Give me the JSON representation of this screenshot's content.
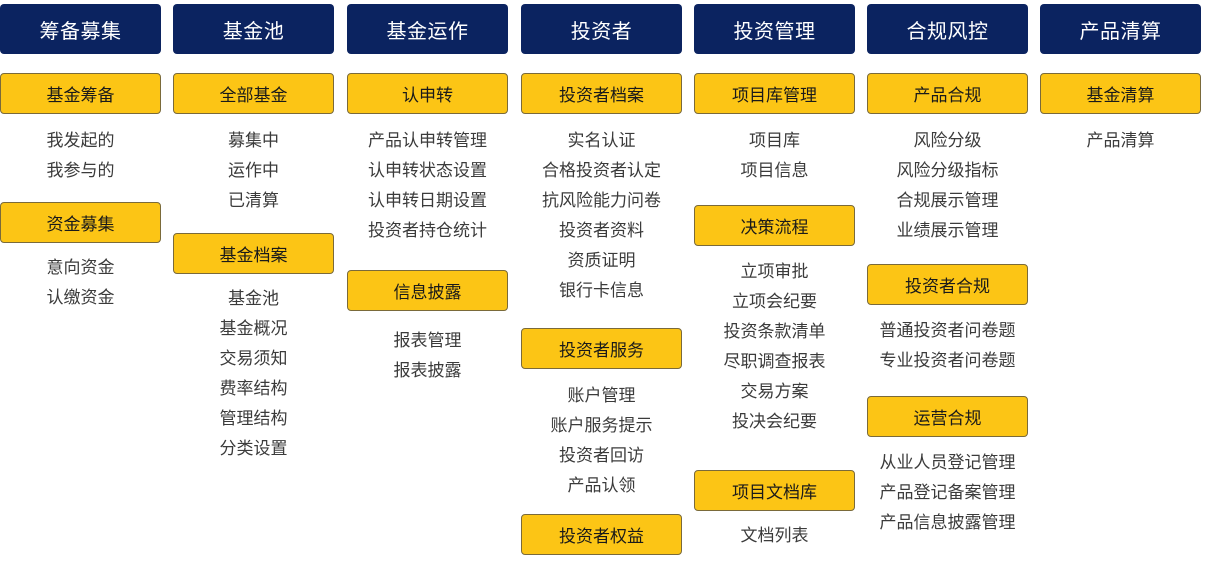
{
  "columns": [
    {
      "header": "筹备募集",
      "sections": [
        {
          "title": "基金筹备",
          "items": [
            "我发起的",
            "我参与的"
          ]
        },
        {
          "title": "资金募集",
          "items": [
            "意向资金",
            "认缴资金"
          ]
        }
      ]
    },
    {
      "header": "基金池",
      "sections": [
        {
          "title": "全部基金",
          "items": [
            "募集中",
            "运作中",
            "已清算"
          ]
        },
        {
          "title": "基金档案",
          "items": [
            "基金池",
            "基金概况",
            "交易须知",
            "费率结构",
            "管理结构",
            "分类设置"
          ]
        }
      ]
    },
    {
      "header": "基金运作",
      "sections": [
        {
          "title": "认申转",
          "items": [
            "产品认申转管理",
            "认申转状态设置",
            "认申转日期设置",
            "投资者持仓统计"
          ]
        },
        {
          "title": "信息披露",
          "items": [
            "报表管理",
            "报表披露"
          ]
        }
      ]
    },
    {
      "header": "投资者",
      "sections": [
        {
          "title": "投资者档案",
          "items": [
            "实名认证",
            "合格投资者认定",
            "抗风险能力问卷",
            "投资者资料",
            "资质证明",
            "银行卡信息"
          ]
        },
        {
          "title": "投资者服务",
          "items": [
            "账户管理",
            "账户服务提示",
            "投资者回访",
            "产品认领"
          ]
        },
        {
          "title": "投资者权益",
          "items": []
        }
      ]
    },
    {
      "header": "投资管理",
      "sections": [
        {
          "title": "项目库管理",
          "items": [
            "项目库",
            "项目信息"
          ]
        },
        {
          "title": "决策流程",
          "items": [
            "立项审批",
            "立项会纪要",
            "投资条款清单",
            "尽职调查报表",
            "交易方案",
            "投决会纪要"
          ]
        },
        {
          "title": "项目文档库",
          "items": [
            "文档列表"
          ]
        }
      ]
    },
    {
      "header": "合规风控",
      "sections": [
        {
          "title": "产品合规",
          "items": [
            "风险分级",
            "风险分级指标",
            "合规展示管理",
            "业绩展示管理"
          ]
        },
        {
          "title": "投资者合规",
          "items": [
            "普通投资者问卷题",
            "专业投资者问卷题"
          ]
        },
        {
          "title": "运营合规",
          "items": [
            "从业人员登记管理",
            "产品登记备案管理",
            "产品信息披露管理"
          ]
        }
      ]
    },
    {
      "header": "产品清算",
      "sections": [
        {
          "title": "基金清算",
          "items": [
            "产品清算"
          ]
        }
      ]
    }
  ],
  "colors": {
    "header_bg": "#0b2360",
    "section_bg": "#fcc515",
    "item_text": "#3b3b3b"
  }
}
